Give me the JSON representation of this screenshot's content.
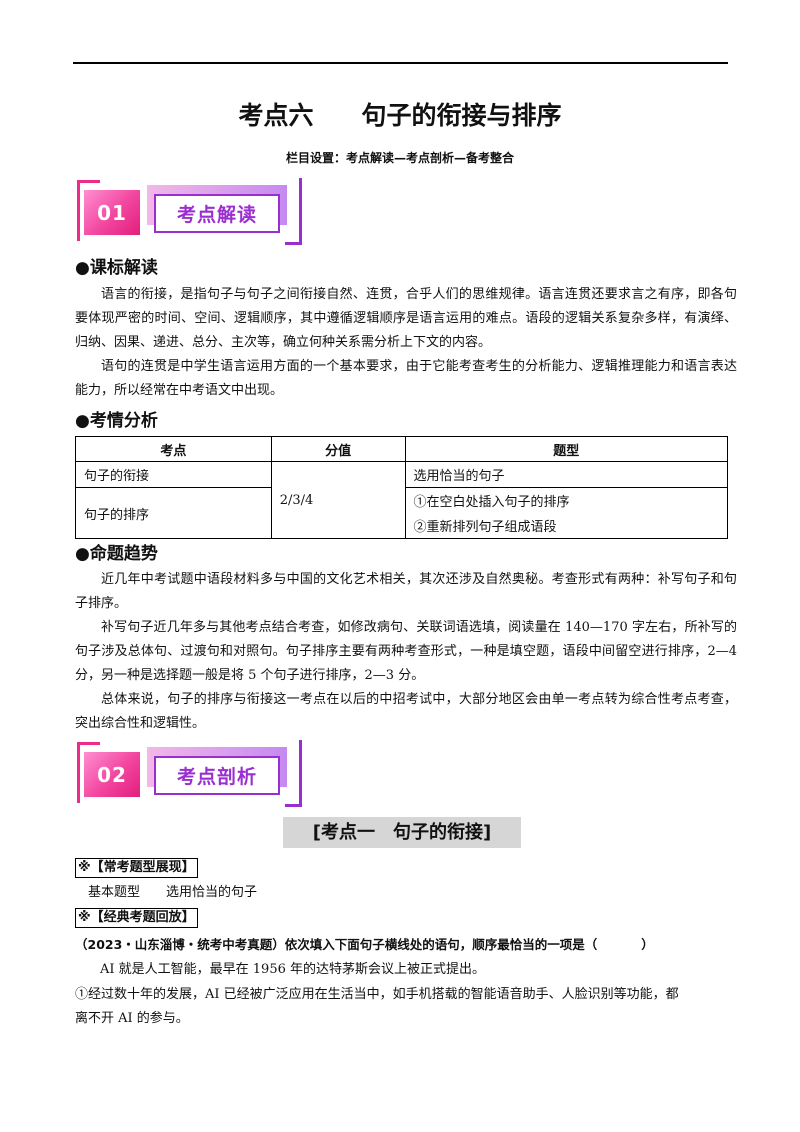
{
  "header": {
    "title_part1": "考点六",
    "title_part2": "句子的衔接与排序",
    "subtitle": "栏目设置：考点解读—考点剖析—备考整合"
  },
  "section1": {
    "number": "01",
    "label": "考点解读"
  },
  "kebiao": {
    "heading": "●课标解读",
    "p1": "语言的衔接，是指句子与句子之间衔接自然、连贯，合乎人们的思维规律。语言连贯还要求言之有序，即各句要体现严密的时间、空间、逻辑顺序，其中遵循逻辑顺序是语言运用的难点。语段的逻辑关系复杂多样，有演绎、归纳、因果、递进、总分、主次等，确立何种关系需分析上下文的内容。",
    "p2": "语句的连贯是中学生语言运用方面的一个基本要求，由于它能考查考生的分析能力、逻辑推理能力和语言表达能力，所以经常在中考语文中出现。"
  },
  "kaoqing": {
    "heading": "●考情分析",
    "table": {
      "headers": [
        "考点",
        "分值",
        "题型"
      ],
      "row1_kaodian": "句子的衔接",
      "row1_tixing": "选用恰当的句子",
      "row2_kaodian": "句子的排序",
      "fenzhi": "2/3/4",
      "row2_tixing_a": "①在空白处插入句子的排序",
      "row2_tixing_b": "②重新排列句子组成语段"
    }
  },
  "qushi": {
    "heading": "●命题趋势",
    "p1": "近几年中考试题中语段材料多与中国的文化艺术相关，其次还涉及自然奥秘。考查形式有两种：补写句子和句子排序。",
    "p2": "补写句子近几年多与其他考点结合考查，如修改病句、关联词语选填，阅读量在 140—170 字左右，所补写的句子涉及总体句、过渡句和对照句。句子排序主要有两种考查形式，一种是填空题，语段中间留空进行排序，2—4 分，另一种是选择题一般是将 5 个句子进行排序，2—3 分。",
    "p3": "总体来说，句子的排序与衔接这一考点在以后的中招考试中，大部分地区会由单一考点转为综合性考点考查，突出综合性和逻辑性。"
  },
  "section2": {
    "number": "02",
    "label": "考点剖析"
  },
  "kaodian1": {
    "title": "[考点一　句子的衔接]",
    "tag1": "※【常考题型展现】",
    "tixing_line": "基本题型　　选用恰当的句子",
    "tag2": "※【经典考题回放】",
    "question_stem": "（2023・山东淄博・统考中考真题）依次填入下面句子横线处的语句，顺序最恰当的一项是（",
    "question_close": "）",
    "intro": "AI 就是人工智能，最早在 1956 年的达特茅斯会议上被正式提出。",
    "item1_line1": "①经过数十年的发展，AI 已经被广泛应用在生活当中，如手机搭载的智能语音助手、人脸识别等功能，都",
    "item1_line2": "离不开 AI 的参与。"
  }
}
